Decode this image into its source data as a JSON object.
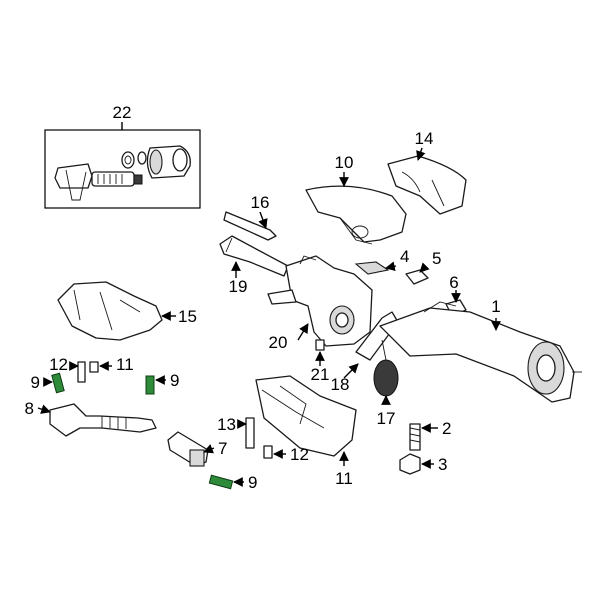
{
  "callouts": {
    "c1": "1",
    "c2": "2",
    "c3": "3",
    "c4": "4",
    "c5": "5",
    "c6": "6",
    "c7": "7",
    "c8": "8",
    "c9a": "9",
    "c9b": "9",
    "c9c": "9",
    "c10": "10",
    "c11a": "11",
    "c11b": "11",
    "c12a": "12",
    "c12b": "12",
    "c13": "13",
    "c14": "14",
    "c15": "15",
    "c16": "16",
    "c17": "17",
    "c18": "18",
    "c19": "19",
    "c20": "20",
    "c21": "21",
    "c22": "22"
  },
  "colors": {
    "fastener_highlight": "#2e8b3a",
    "line": "#1a1a1a",
    "background": "#ffffff"
  }
}
